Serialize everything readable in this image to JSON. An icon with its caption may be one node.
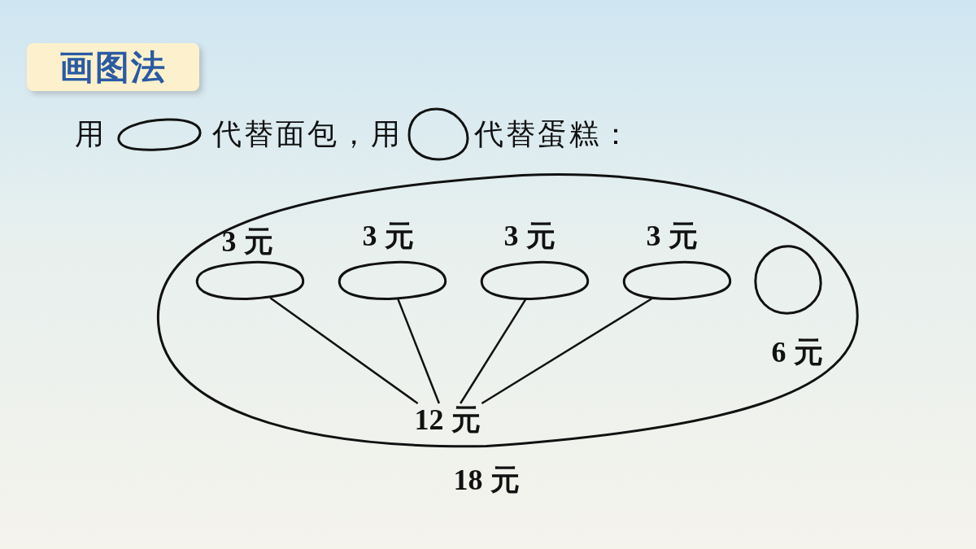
{
  "diagram": {
    "title": "画图法",
    "nodes": [
      {
        "text": [],
        "shape": "ellipse",
        "beside": [
          "18 元"
        ]
      },
      {
        "text": [],
        "shape": "ellipse",
        "in": 0,
        "beside": [
          "3 元"
        ]
      },
      {
        "text": [],
        "shape": "ellipse",
        "in": 0,
        "beside": [
          "3 元"
        ]
      },
      {
        "text": [],
        "shape": "ellipse",
        "in": 0,
        "beside": [
          "3 元"
        ]
      },
      {
        "text": [],
        "shape": "ellipse",
        "in": 0,
        "beside": [
          "3 元"
        ]
      },
      {
        "text": [],
        "shape": "circle",
        "in": 0,
        "beside": [
          "6 元"
        ]
      },
      {
        "text": [
          "12 元"
        ],
        "in": 0
      }
    ],
    "edges": [
      {
        "from": 1,
        "to": 6,
        "arrow": "none"
      },
      {
        "from": 2,
        "to": 6,
        "arrow": "none"
      },
      {
        "from": 3,
        "to": 6,
        "arrow": "none"
      },
      {
        "from": 4,
        "to": 6,
        "arrow": "none"
      }
    ],
    "labels": [
      "用",
      "代替面包，用",
      "代替蛋糕："
    ]
  }
}
